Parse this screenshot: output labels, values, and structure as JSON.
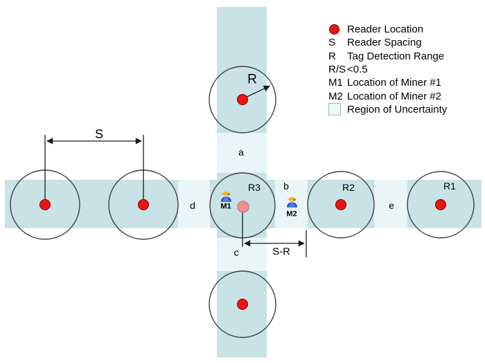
{
  "title": "Reader placement and regions of uncertainty diagram",
  "colors": {
    "tunnel_fill": "#c8e2e5",
    "hatch_line": "#cfe9ec",
    "circle_stroke": "#3f3f3f",
    "reader_dot_fill": "#ee1414",
    "reader_dot_stroke": "#7a0000",
    "tag_dot_fill": "#ec8f93",
    "tag_dot_stroke": "#cd7378"
  },
  "legend": {
    "items": [
      {
        "symbol_type": "dot",
        "symbol_text": "",
        "label": "Reader Location"
      },
      {
        "symbol_type": "text",
        "symbol_text": "S",
        "label": "Reader Spacing"
      },
      {
        "symbol_type": "text",
        "symbol_text": "R",
        "label": "Tag Detection Range"
      },
      {
        "symbol_type": "text",
        "symbol_text": "R/S",
        "label": "<0.5"
      },
      {
        "symbol_type": "text",
        "symbol_text": "M1",
        "label": "Location of Miner #1"
      },
      {
        "symbol_type": "text",
        "symbol_text": "M2",
        "label": "Location of Miner #2"
      },
      {
        "symbol_type": "swatch",
        "symbol_text": "",
        "label": "Region of Uncertainty"
      }
    ]
  },
  "diagram": {
    "labels": {
      "s_spacing": "S",
      "r_range": "R",
      "s_minus_r": "S-R",
      "region_a": "a",
      "region_b": "b",
      "region_c": "c",
      "region_d": "d",
      "region_e": "e",
      "reader_r1": "R1",
      "reader_r2": "R2",
      "reader_r3": "R3",
      "miner_1": "M1",
      "miner_2": "M2"
    }
  }
}
